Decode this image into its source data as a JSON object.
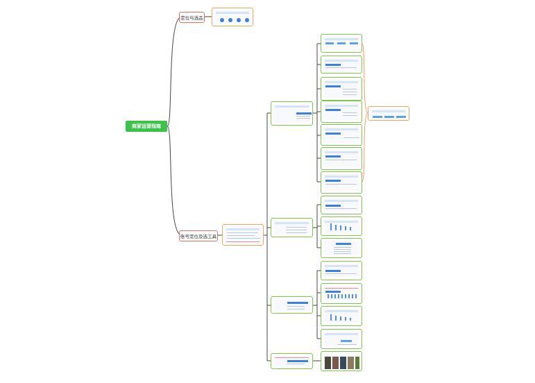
{
  "root": {
    "label": "商家运营指南"
  },
  "branches": [
    {
      "label": "定位与选品"
    },
    {
      "label": "账号定位及选工具"
    }
  ],
  "colors": {
    "root_fill": "#3cc14a",
    "topic_border": "#e2705a",
    "card_green": "#7bc84a",
    "card_orange": "#f2a35c",
    "line": "#555555"
  }
}
